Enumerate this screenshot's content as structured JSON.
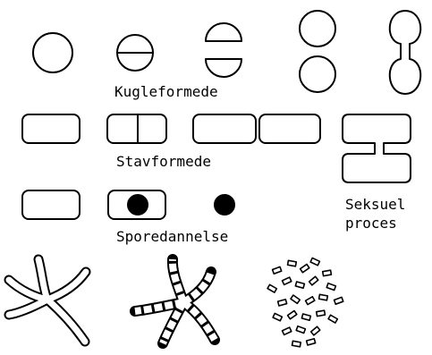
{
  "labels": {
    "cocci": "Kugleformede",
    "rods": "Stavformede",
    "sexual_line1": "Seksuel",
    "sexual_line2": "proces",
    "spores": "Sporedannelse"
  },
  "colors": {
    "stroke": "#000000",
    "fill": "#ffffff",
    "spore": "#000000"
  }
}
